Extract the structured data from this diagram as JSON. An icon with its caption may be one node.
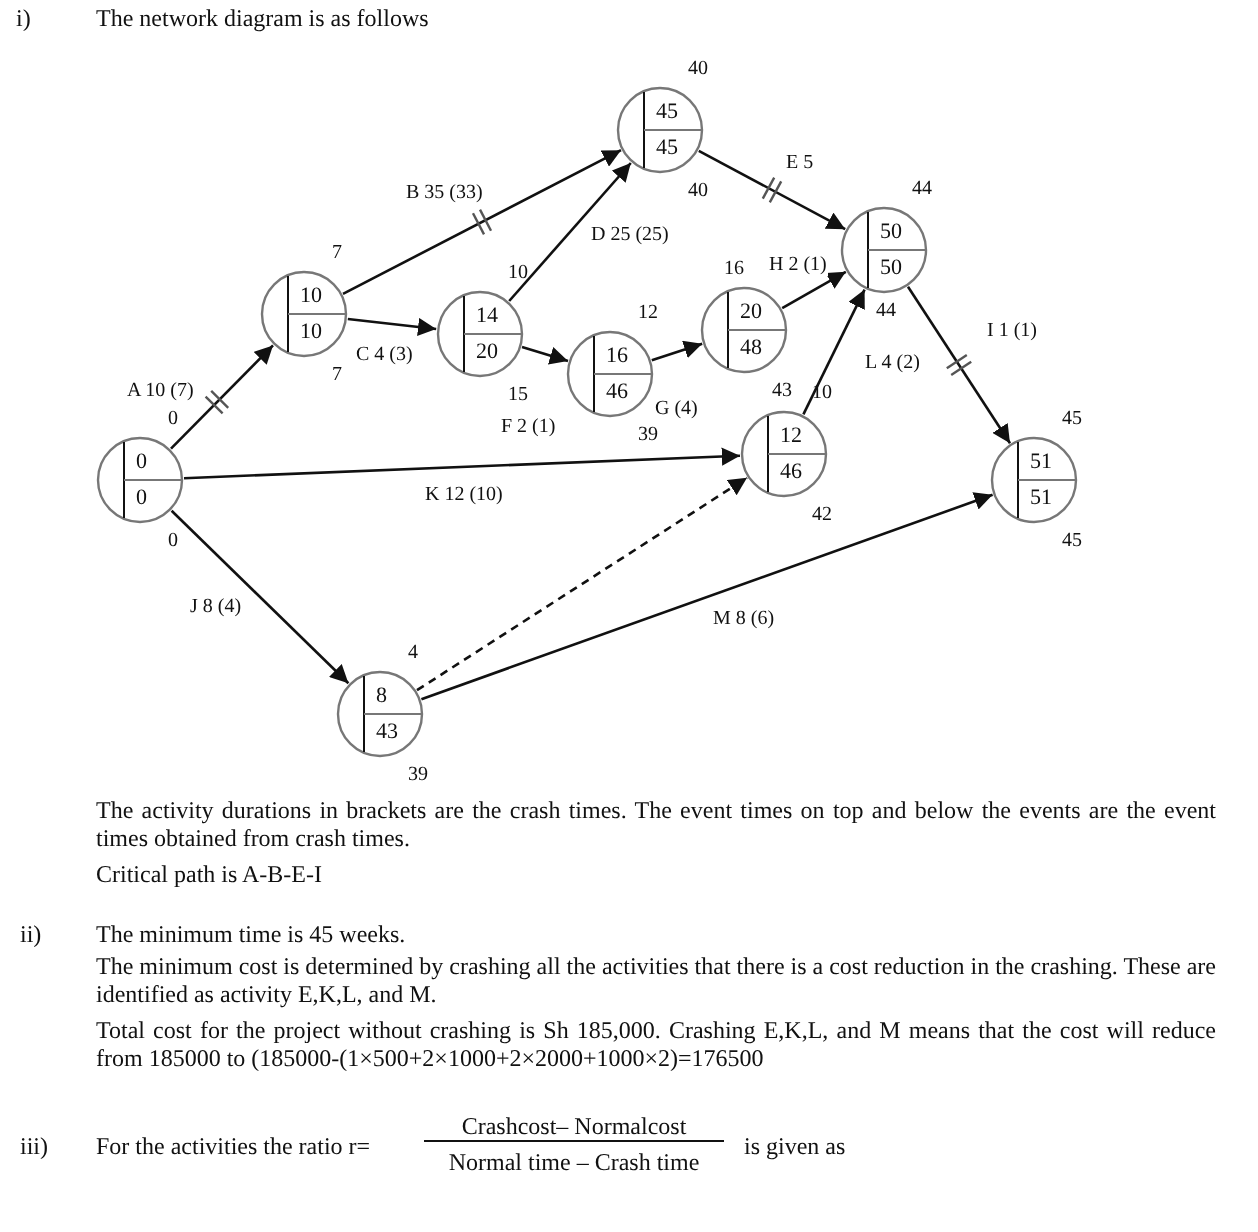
{
  "diagram": {
    "nodes": [
      {
        "text": [
          "0",
          "0"
        ],
        "beside": [
          "0",
          "0"
        ]
      },
      {
        "text": [
          "10",
          "10"
        ],
        "beside": [
          "7",
          "7"
        ]
      },
      {
        "text": [
          "14",
          "20"
        ],
        "beside": [
          "10",
          "15"
        ]
      },
      {
        "text": [
          "45",
          "45"
        ],
        "beside": [
          "40",
          "40"
        ]
      },
      {
        "text": [
          "16",
          "46"
        ],
        "beside": [
          "12",
          "39"
        ]
      },
      {
        "text": [
          "20",
          "48"
        ],
        "beside": [
          "16",
          "43"
        ]
      },
      {
        "text": [
          "50",
          "50"
        ],
        "beside": [
          "44",
          "44"
        ]
      },
      {
        "text": [
          "12",
          "46"
        ],
        "beside": [
          "10",
          "42"
        ]
      },
      {
        "text": [
          "8",
          "43"
        ],
        "beside": [
          "4",
          "39"
        ]
      },
      {
        "text": [
          "51",
          "51"
        ],
        "beside": [
          "45",
          "45"
        ]
      }
    ],
    "edges": [
      {
        "from": 0,
        "to": 1,
        "arrow": "to",
        "label": "A 10 (7)"
      },
      {
        "from": 1,
        "to": 3,
        "arrow": "to",
        "label": "B 35 (33)"
      },
      {
        "from": 1,
        "to": 2,
        "arrow": "to",
        "label": "C 4 (3)"
      },
      {
        "from": 2,
        "to": 3,
        "arrow": "to",
        "label": "D 25 (25)"
      },
      {
        "from": 2,
        "to": 4,
        "arrow": "to",
        "label": "F 2 (1)"
      },
      {
        "from": 4,
        "to": 5,
        "arrow": "to",
        "label": "G (4)"
      },
      {
        "from": 3,
        "to": 6,
        "arrow": "to",
        "label": "E 5"
      },
      {
        "from": 5,
        "to": 6,
        "arrow": "to",
        "label": "H 2 (1)"
      },
      {
        "from": 7,
        "to": 6,
        "arrow": "to",
        "label": "L 4 (2)"
      },
      {
        "from": 6,
        "to": 9,
        "arrow": "to",
        "label": "I 1 (1)"
      },
      {
        "from": 0,
        "to": 7,
        "arrow": "to",
        "label": "K 12 (10)"
      },
      {
        "from": 0,
        "to": 8,
        "arrow": "to",
        "label": "J 8 (4)"
      },
      {
        "from": 8,
        "to": 7,
        "arrow": "to",
        "style": "dashed"
      },
      {
        "from": 8,
        "to": 9,
        "arrow": "to",
        "label": "M 8 (6)"
      }
    ],
    "labels": [
      "i)",
      "The network diagram is as follows",
      "The activity durations in brackets are the crash times. The event times on top and below the events are the event times obtained from crash times.",
      "Critical path is A-B-E-I",
      "ii)",
      "The minimum time is 45 weeks.",
      "The minimum cost is determined by crashing all the activities that there is a cost reduction in the crashing. These are identified as activity E,K,L, and M.",
      "Total cost for the project without crashing is Sh 185,000. Crashing E,K,L, and M means that the cost will reduce from 185000 to (185000-(1×500+2×1000+2×2000+1000×2)=176500",
      "iii)",
      "For the activities the ratio r=",
      "Crashcost– Normalcost",
      "Normal time – Crash time",
      "is given as"
    ]
  }
}
